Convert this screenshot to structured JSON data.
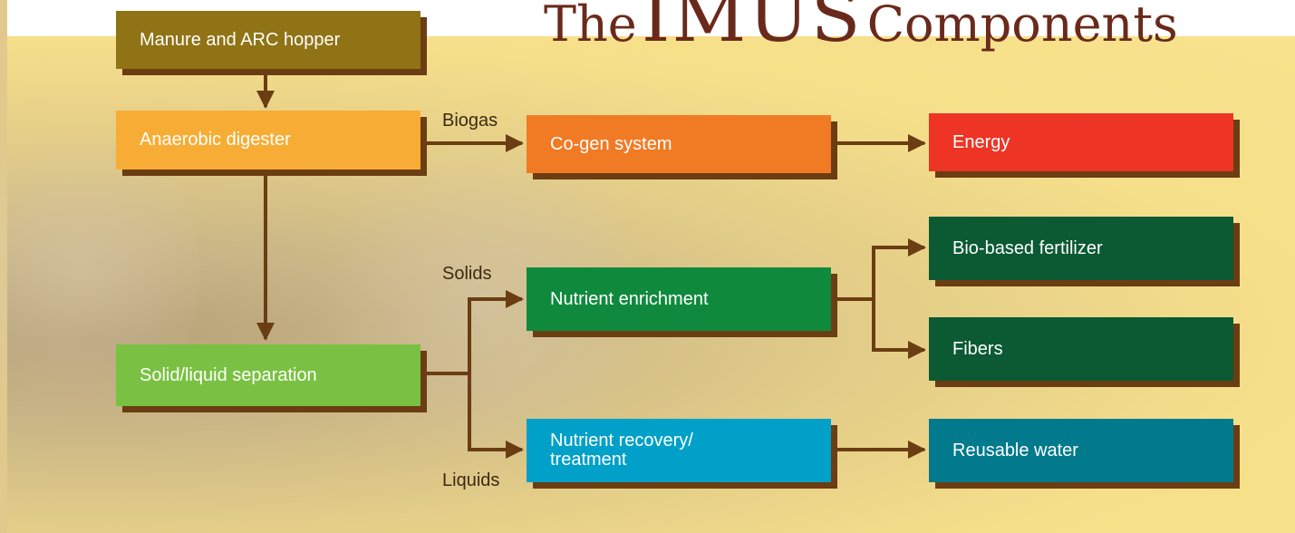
{
  "title": {
    "word_1": "The",
    "word_2": "IMUS",
    "word_3": "Components"
  },
  "boxes": {
    "manure": "Manure and ARC hopper",
    "digester": "Anaerobic digester",
    "cogen": "Co-gen system",
    "energy": "Energy",
    "nutrient_enrichment": "Nutrient enrichment",
    "fertilizer": "Bio-based fertilizer",
    "fibers": "Fibers",
    "separation": "Solid/liquid separation",
    "recovery_line1": "Nutrient recovery/",
    "recovery_line2": "treatment",
    "water": "Reusable water"
  },
  "labels": {
    "biogas": "Biogas",
    "solids": "Solids",
    "liquids": "Liquids"
  },
  "colors": {
    "arrow": "#6b3d12",
    "title": "#6a2a1b",
    "manure": "#8f7315",
    "digester": "#f7ad35",
    "cogen": "#f17b25",
    "energy": "#ee3424",
    "nutrient_enrichment": "#0f8a3d",
    "fertilizer_fibers": "#0b5a33",
    "separation": "#7ac143",
    "recovery": "#00a0c9",
    "water": "#007a8c"
  }
}
